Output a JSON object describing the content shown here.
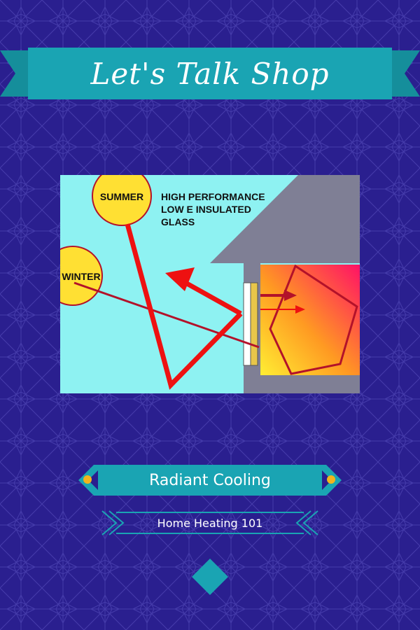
{
  "header": {
    "title": "Let's Talk Shop"
  },
  "diagram": {
    "sun_summer_label": "SUMMER",
    "sun_winter_label": "WINTER",
    "glass_label_line1": "HIGH PERFORMANCE",
    "glass_label_line2": "LOW E INSULATED",
    "glass_label_line3": "GLASS"
  },
  "ribbon": {
    "label": "Radiant Cooling"
  },
  "subtitle": {
    "label": "Home Heating 101"
  },
  "colors": {
    "background": "#2a1f8f",
    "teal": "#1aa4b3",
    "sky": "#8ef2f2",
    "roof": "#7f7f95",
    "sun": "#ffe033",
    "ray": "#ee1111",
    "dot": "#f2b51c"
  },
  "icons": {
    "ornament": "diamond-icon",
    "bullet_left": "dot-icon",
    "bullet_right": "dot-icon"
  }
}
